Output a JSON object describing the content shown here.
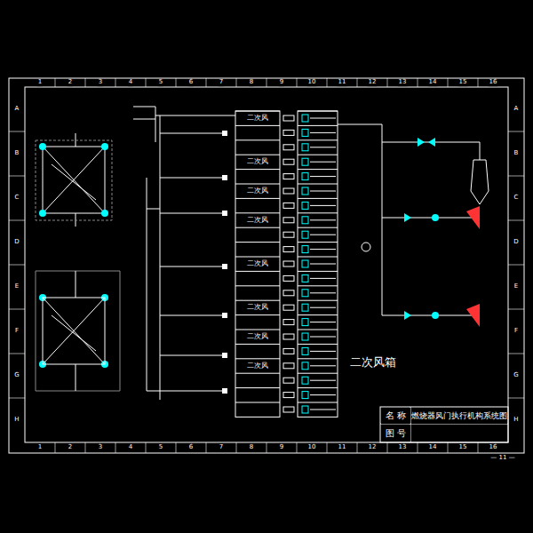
{
  "diagram": {
    "nodes": [
      {
        "text": [
          "名 称"
        ]
      },
      {
        "text": [
          "燃烧器风门执行机构系统图"
        ]
      },
      {
        "text": [
          "图 号"
        ]
      }
    ],
    "labels": [
      "1",
      "2",
      "3",
      "4",
      "5",
      "6",
      "7",
      "8",
      "9",
      "10",
      "11",
      "12",
      "13",
      "14",
      "15",
      "16",
      "1",
      "2",
      "3",
      "4",
      "5",
      "6",
      "7",
      "8",
      "9",
      "10",
      "11",
      "12",
      "13",
      "14",
      "15",
      "16",
      "A",
      "B",
      "C",
      "D",
      "E",
      "F",
      "G",
      "H",
      "A",
      "B",
      "C",
      "D",
      "E",
      "F",
      "G",
      "H",
      "二次风箱",
      "— 11 —",
      "二次风",
      "二次风",
      "二次风",
      "二次风",
      "二次风",
      "二次风",
      "二次风",
      "二次风"
    ]
  }
}
